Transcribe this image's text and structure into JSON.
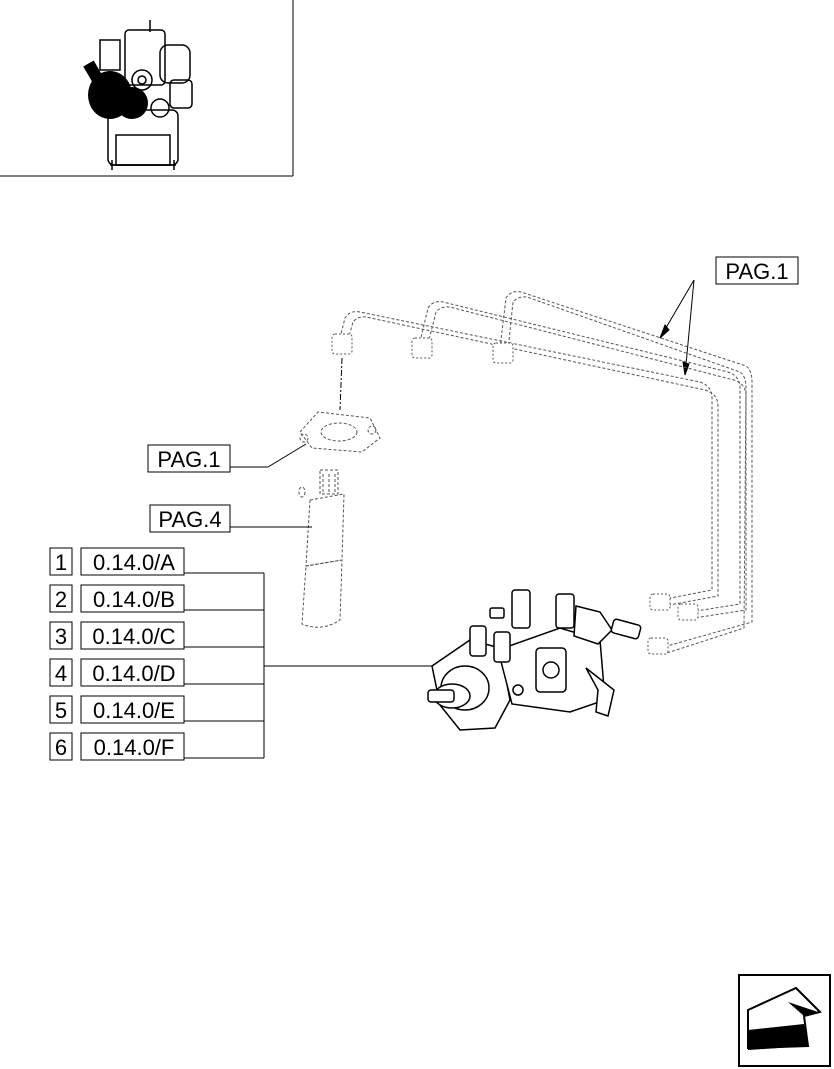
{
  "references": {
    "top": "PAG.1",
    "flange": "PAG.1",
    "injector": "PAG.4"
  },
  "parts": [
    {
      "index": "1",
      "code": "0.14.0/A"
    },
    {
      "index": "2",
      "code": "0.14.0/B"
    },
    {
      "index": "3",
      "code": "0.14.0/C"
    },
    {
      "index": "4",
      "code": "0.14.0/D"
    },
    {
      "index": "5",
      "code": "0.14.0/E"
    },
    {
      "index": "6",
      "code": "0.14.0/F"
    }
  ],
  "icons": {
    "thumbnail": "engine-thumbnail-icon",
    "nav": "next-page-arrow-icon"
  }
}
